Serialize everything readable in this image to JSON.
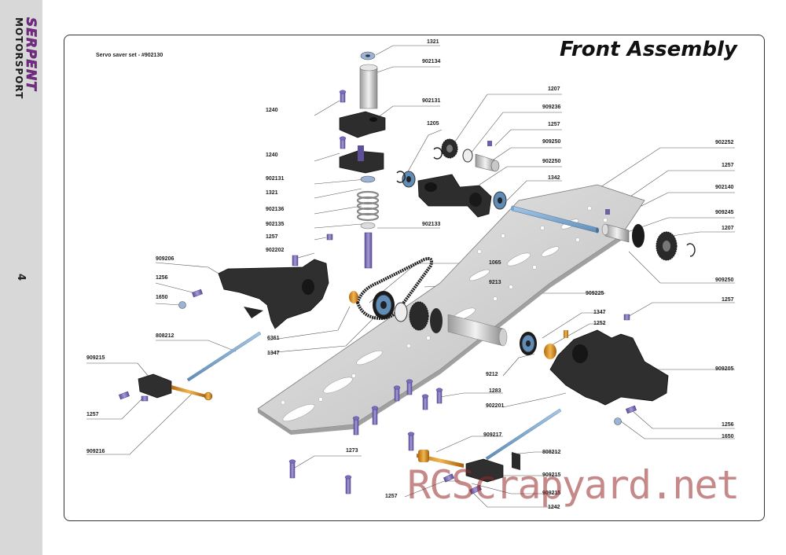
{
  "sidebar": {
    "brand_top": "SERPENT",
    "brand_bottom": "MOTORSPORT",
    "page_number": "4"
  },
  "header": {
    "title": "Front Assembly",
    "subtitle": "Servo saver set - #902130"
  },
  "watermark": "RCScrapyard.net",
  "parts": [
    {
      "id": "p-1321a",
      "label": "1321"
    },
    {
      "id": "p-902134",
      "label": "902134"
    },
    {
      "id": "p-1240a",
      "label": "1240"
    },
    {
      "id": "p-902131a",
      "label": "902131"
    },
    {
      "id": "p-1240b",
      "label": "1240"
    },
    {
      "id": "p-902131b",
      "label": "902131"
    },
    {
      "id": "p-1321b",
      "label": "1321"
    },
    {
      "id": "p-902136",
      "label": "902136"
    },
    {
      "id": "p-902135",
      "label": "902135"
    },
    {
      "id": "p-1257a",
      "label": "1257"
    },
    {
      "id": "p-902202",
      "label": "902202"
    },
    {
      "id": "p-909206",
      "label": "909206"
    },
    {
      "id": "p-1256a",
      "label": "1256"
    },
    {
      "id": "p-1650a",
      "label": "1650"
    },
    {
      "id": "p-808212a",
      "label": "808212"
    },
    {
      "id": "p-909215a",
      "label": "909215"
    },
    {
      "id": "p-1257b",
      "label": "1257"
    },
    {
      "id": "p-909216",
      "label": "909216"
    },
    {
      "id": "p-1205",
      "label": "1205"
    },
    {
      "id": "p-902133",
      "label": "902133"
    },
    {
      "id": "p-1207a",
      "label": "1207"
    },
    {
      "id": "p-909236",
      "label": "909236"
    },
    {
      "id": "p-1257c",
      "label": "1257"
    },
    {
      "id": "p-909250a",
      "label": "909250"
    },
    {
      "id": "p-902250",
      "label": "902250"
    },
    {
      "id": "p-1342",
      "label": "1342"
    },
    {
      "id": "p-902252",
      "label": "902252"
    },
    {
      "id": "p-1257d",
      "label": "1257"
    },
    {
      "id": "p-902140",
      "label": "902140"
    },
    {
      "id": "p-909245a",
      "label": "909245"
    },
    {
      "id": "p-1207b",
      "label": "1207"
    },
    {
      "id": "p-909250b",
      "label": "909250"
    },
    {
      "id": "p-1065",
      "label": "1065"
    },
    {
      "id": "p-9213",
      "label": "9213"
    },
    {
      "id": "p-909225",
      "label": "909225"
    },
    {
      "id": "p-1257e",
      "label": "1257"
    },
    {
      "id": "p-6361",
      "label": "6361"
    },
    {
      "id": "p-1347a",
      "label": "1347"
    },
    {
      "id": "p-1347b",
      "label": "1347"
    },
    {
      "id": "p-1252",
      "label": "1252"
    },
    {
      "id": "p-9212",
      "label": "9212"
    },
    {
      "id": "p-909205",
      "label": "909205"
    },
    {
      "id": "p-1283",
      "label": "1283"
    },
    {
      "id": "p-902201",
      "label": "902201"
    },
    {
      "id": "p-1256b",
      "label": "1256"
    },
    {
      "id": "p-1650b",
      "label": "1650"
    },
    {
      "id": "p-909217",
      "label": "909217"
    },
    {
      "id": "p-808212b",
      "label": "808212"
    },
    {
      "id": "p-1273",
      "label": "1273"
    },
    {
      "id": "p-909215b",
      "label": "909215"
    },
    {
      "id": "p-909215c",
      "label": "909215"
    },
    {
      "id": "p-1257f",
      "label": "1257"
    },
    {
      "id": "p-1242",
      "label": "1242"
    }
  ]
}
